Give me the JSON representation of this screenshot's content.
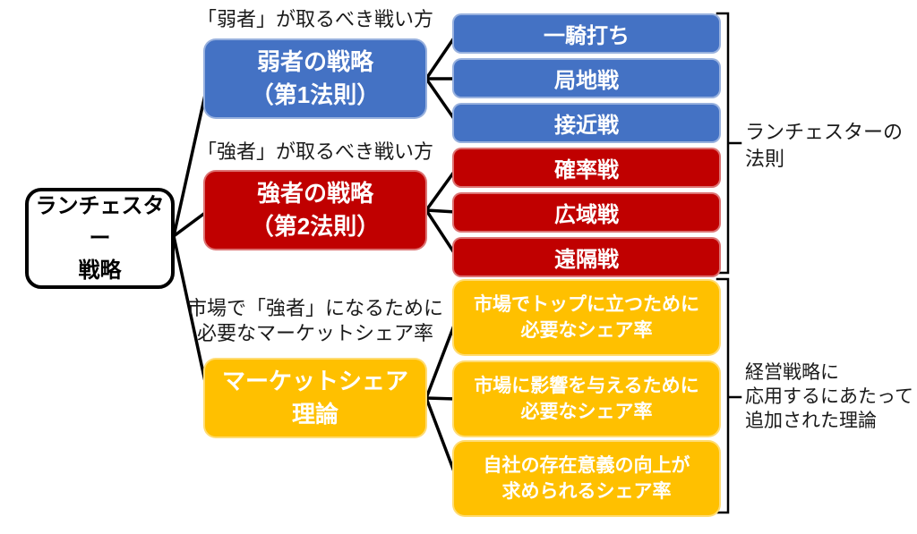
{
  "root_node": {
    "label": "ランチェスター\n戦略"
  },
  "groups": [
    {
      "annotation": "「弱者」が取るべき戦い方",
      "node": "弱者の戦略\n（第1法則）",
      "children": [
        "一騎打ち",
        "局地戦",
        "接近戦"
      ]
    },
    {
      "annotation": "「強者」が取るべき戦い方",
      "node": "強者の戦略\n（第2法則）",
      "children": [
        "確率戦",
        "広域戦",
        "遠隔戦"
      ]
    },
    {
      "annotation": "市場で「強者」になるために\n必要なマーケットシェア率",
      "node": "マーケットシェア\n理論",
      "children": [
        "市場でトップに立つために\n必要なシェア率",
        "市場に影響を与えるために\n必要なシェア率",
        "自社の存在意義の向上が\n求められるシェア率"
      ]
    }
  ],
  "brackets": [
    {
      "label": "ランチェスターの\n法則"
    },
    {
      "label": "経営戦略に\n応用するにあたって\n追加された理論"
    }
  ],
  "colors": {
    "blue": "#4472C4",
    "red": "#C00000",
    "yellow": "#FFC000",
    "line": "#000000"
  }
}
